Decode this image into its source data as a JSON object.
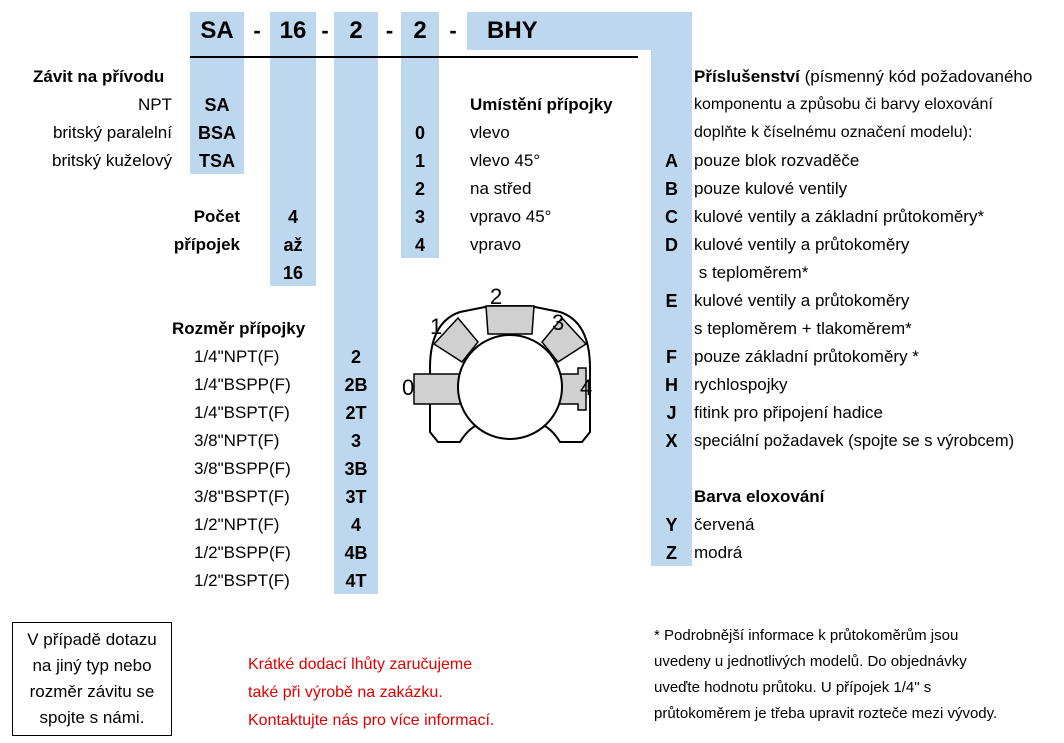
{
  "model_code": {
    "parts": [
      "SA",
      "16",
      "2",
      "2",
      "BHY"
    ],
    "separator": "-"
  },
  "thread": {
    "title": "Závit na přívodu",
    "rows": [
      {
        "label": "NPT",
        "code": "SA"
      },
      {
        "label": "britský paralelní",
        "code": "BSA"
      },
      {
        "label": "britský kuželový",
        "code": "TSA"
      }
    ]
  },
  "ports_count": {
    "label_line1": "Počet",
    "label_line2": "přípojek",
    "min": "4",
    "to": "až",
    "max": "16"
  },
  "port_size": {
    "title": "Rozměr přípojky",
    "rows": [
      {
        "label": "1/4\"NPT(F)",
        "code": "2"
      },
      {
        "label": "1/4\"BSPP(F)",
        "code": "2B"
      },
      {
        "label": "1/4\"BSPT(F)",
        "code": "2T"
      },
      {
        "label": "3/8\"NPT(F)",
        "code": "3"
      },
      {
        "label": "3/8\"BSPP(F)",
        "code": "3B"
      },
      {
        "label": "3/8\"BSPT(F)",
        "code": "3T"
      },
      {
        "label": "1/2\"NPT(F)",
        "code": "4"
      },
      {
        "label": "1/2\"BSPP(F)",
        "code": "4B"
      },
      {
        "label": "1/2\"BSPT(F)",
        "code": "4T"
      }
    ]
  },
  "port_location": {
    "title": "Umístění přípojky",
    "rows": [
      {
        "code": "0",
        "label": "vlevo"
      },
      {
        "code": "1",
        "label": "vlevo 45°"
      },
      {
        "code": "2",
        "label": "na střed"
      },
      {
        "code": "3",
        "label": "vpravo 45°"
      },
      {
        "code": "4",
        "label": "vpravo"
      }
    ]
  },
  "diagram": {
    "labels": [
      "0",
      "1",
      "2",
      "3",
      "4"
    ],
    "outline_color": "#000000",
    "port_fill": "#d0d0d0"
  },
  "accessories": {
    "title": "Příslušenství",
    "intro_1": "(písmenný kód požadovaného",
    "intro_2": "komponentu a způsobu či barvy eloxování",
    "intro_3": "doplňte k číselnému označení modelu):",
    "rows": [
      {
        "code": "A",
        "lines": [
          "pouze blok rozvaděče"
        ]
      },
      {
        "code": "B",
        "lines": [
          "pouze kulové ventily"
        ]
      },
      {
        "code": "C",
        "lines": [
          "kulové ventily a základní průtokoměry*"
        ]
      },
      {
        "code": "D",
        "lines": [
          "kulové ventily a průtokoměry",
          " s teploměrem*"
        ]
      },
      {
        "code": "E",
        "lines": [
          "kulové ventily a průtokoměry",
          "s teploměrem + tlakoměrem*"
        ]
      },
      {
        "code": "F",
        "lines": [
          "pouze základní průtokoměry *"
        ]
      },
      {
        "code": "H",
        "lines": [
          "rychlospojky"
        ]
      },
      {
        "code": "J",
        "lines": [
          "fitink pro připojení hadice"
        ]
      },
      {
        "code": "X",
        "lines": [
          "speciální požadavek (spojte se s výrobcem)"
        ]
      }
    ]
  },
  "anodize": {
    "title": "Barva eloxování",
    "rows": [
      {
        "code": "Y",
        "label": "červená"
      },
      {
        "code": "Z",
        "label": "modrá"
      }
    ]
  },
  "inquiry_box": {
    "lines": [
      "V případě dotazu",
      "na jiný typ nebo",
      "rozměr závitu se",
      "spojte s námi."
    ]
  },
  "delivery_note": {
    "lines": [
      "Krátké dodací lhůty zaručujeme",
      "také při výrobě na zakázku.",
      "Kontaktujte nás pro více informací."
    ],
    "color": "#e00000"
  },
  "footnote": {
    "lines": [
      "* Podrobnější informace k průtokoměrům jsou",
      "uvedeny u jednotlivých modelů. Do objednávky",
      "uveďte hodnotu průtoku. U přípojek 1/4\" s",
      "průtokoměrem je třeba upravit rozteče mezi vývody."
    ]
  },
  "colors": {
    "column_highlight": "#bdd7ee",
    "red_text": "#e00000"
  }
}
